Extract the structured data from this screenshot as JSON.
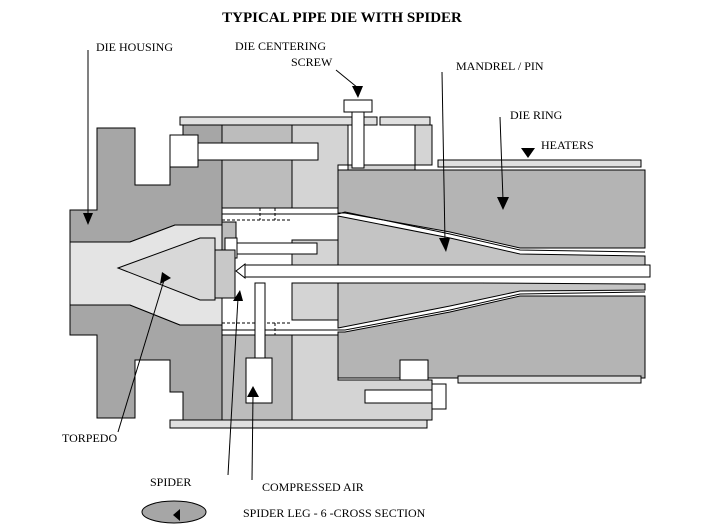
{
  "title": "TYPICAL  PIPE  DIE  WITH SPIDER",
  "labels": {
    "die_housing": "DIE HOUSING",
    "die_centering_screw_line1": "DIE CENTERING",
    "die_centering_screw_line2": "SCREW",
    "mandrel_pin": "MANDREL / PIN",
    "die_ring": "DIE RING",
    "heaters": "HEATERS",
    "torpedo": "TORPEDO",
    "spider": "SPIDER",
    "compressed_air": "COMPRESSED AIR",
    "spider_leg": "SPIDER LEG - 6 -CROSS SECTION"
  },
  "colors": {
    "background": "#ffffff",
    "dark_gray": "#a6a6a6",
    "mid_gray": "#bcbcbc",
    "light_gray": "#d4d4d4",
    "pale_gray": "#e4e4e4",
    "outline": "#000000"
  }
}
